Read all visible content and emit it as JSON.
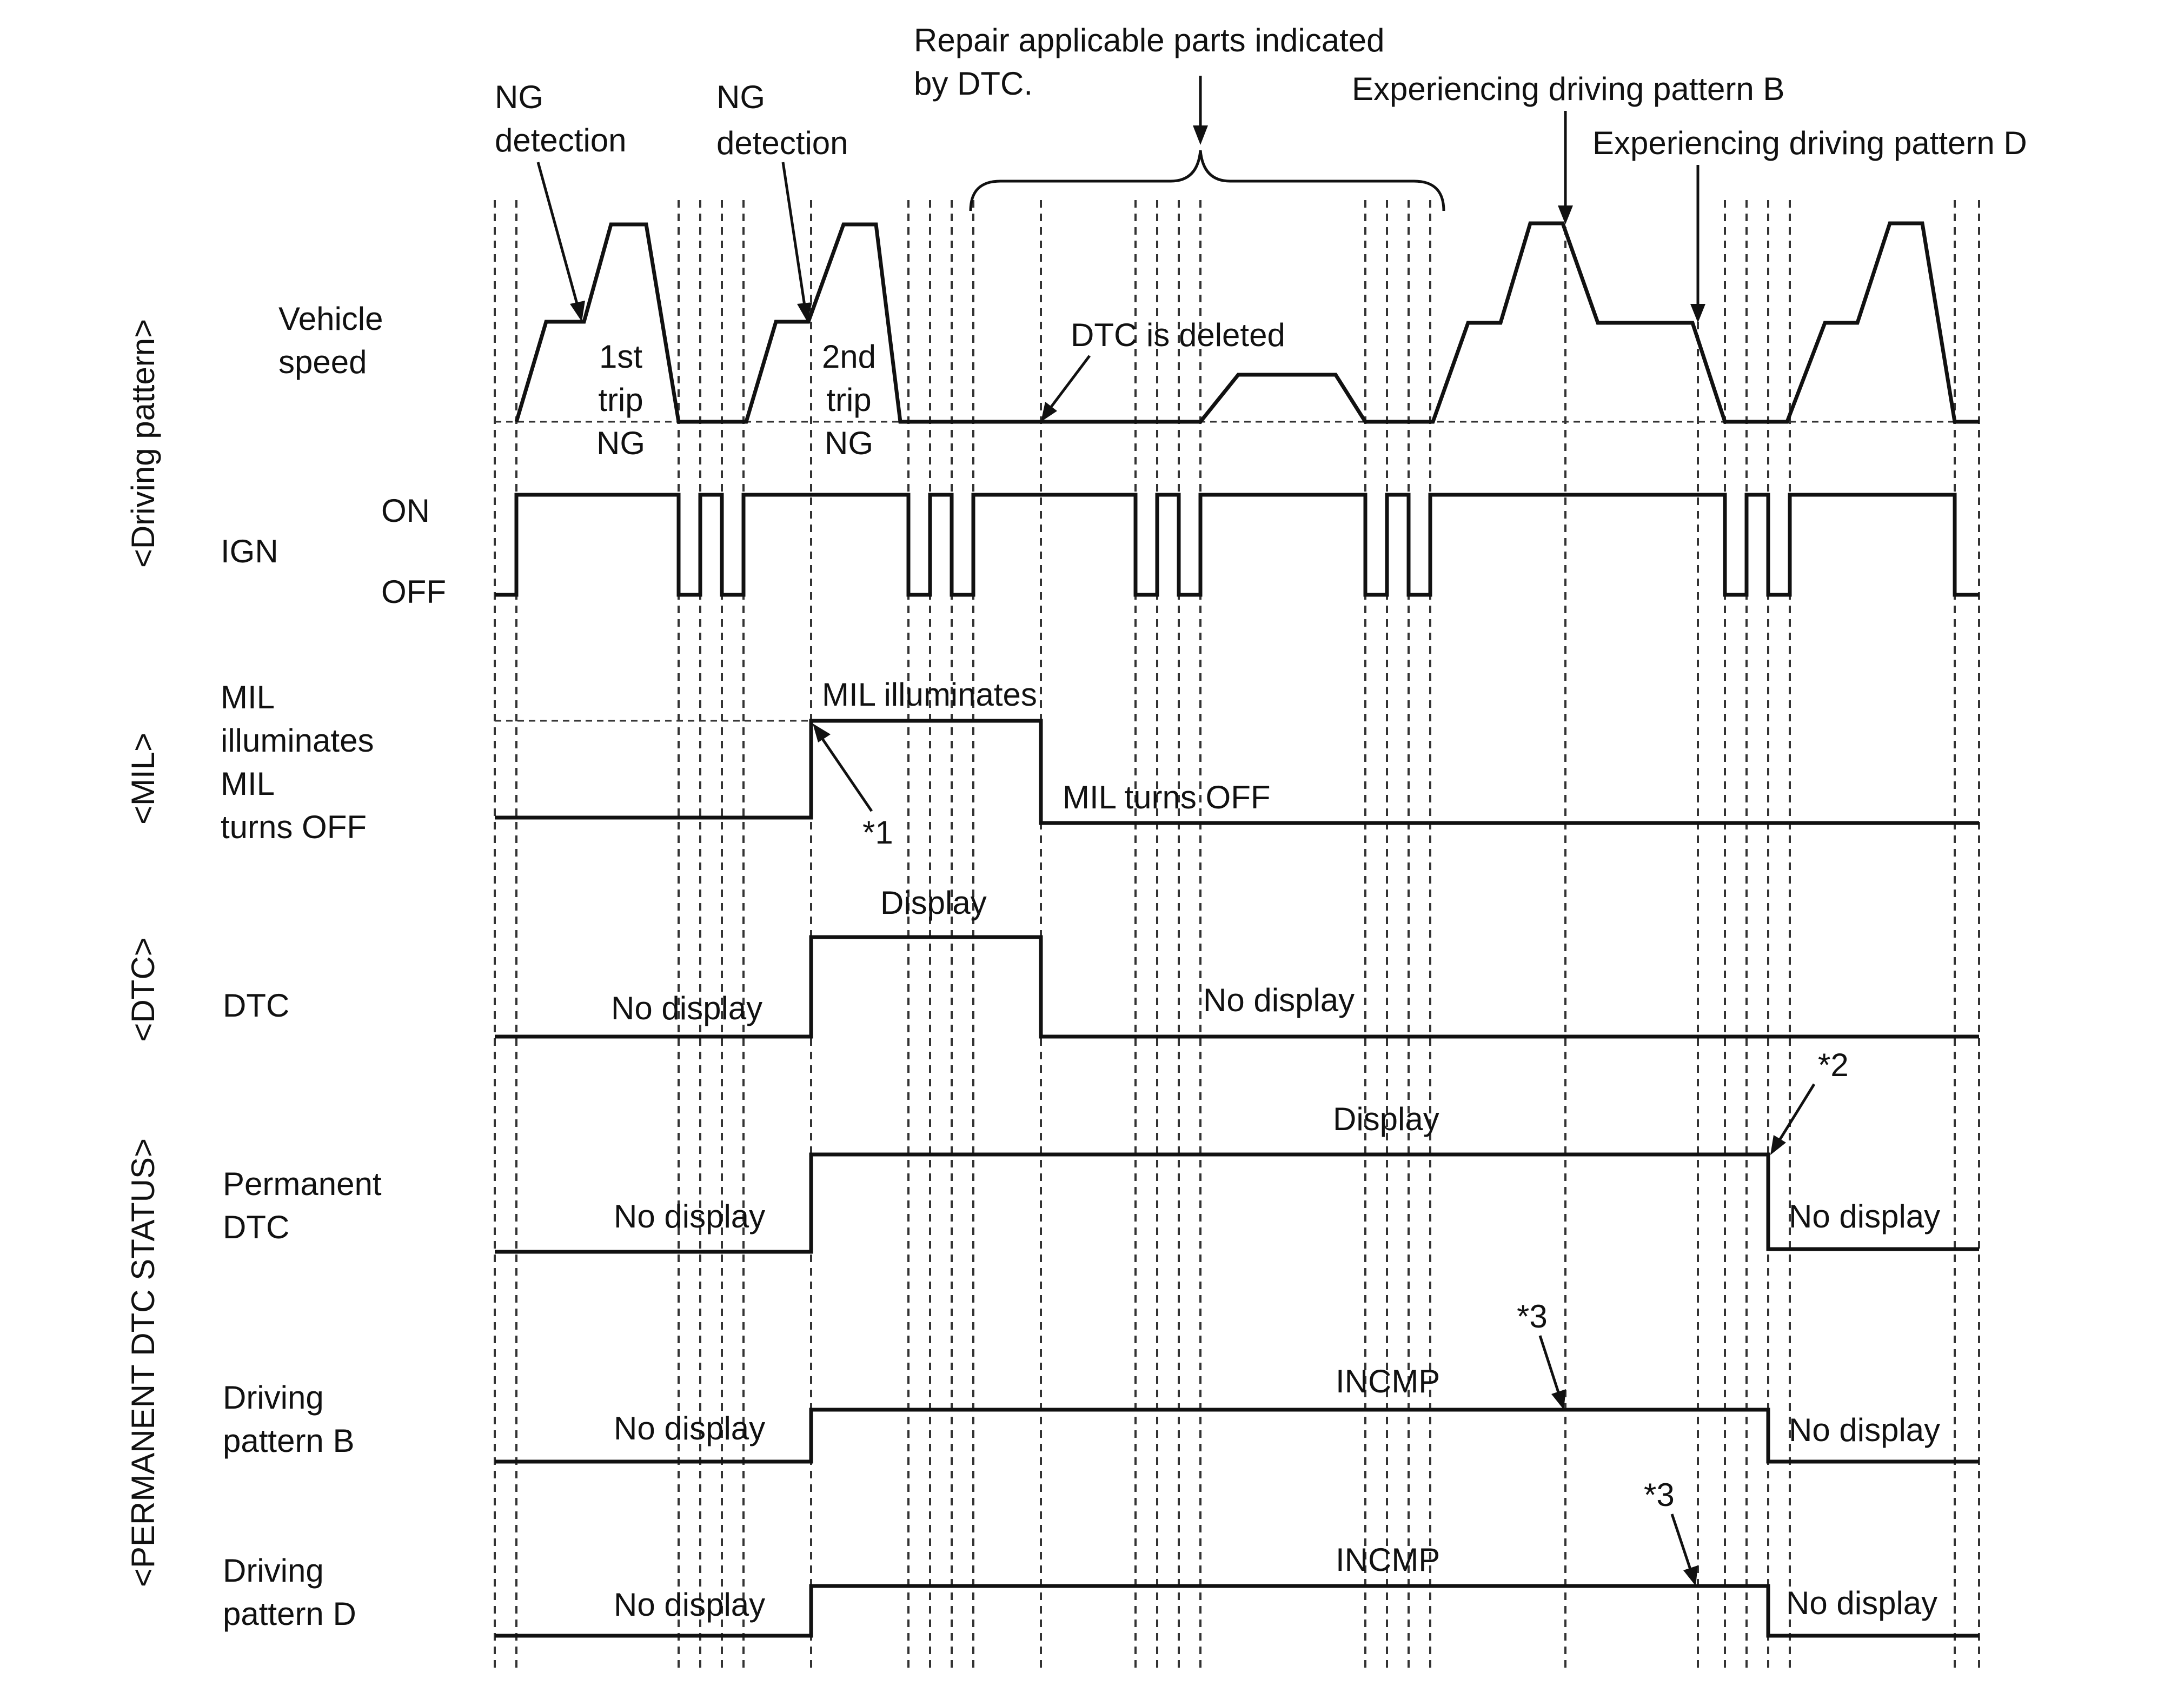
{
  "section_labels": {
    "driving_pattern": "<Driving pattern>",
    "mil": "<MIL>",
    "dtc": "<DTC>",
    "permanent": "<PERMANENT DTC STATUS>"
  },
  "rows": {
    "vehicle_speed": [
      "Vehicle",
      "speed"
    ],
    "ign": "IGN",
    "ign_on": "ON",
    "ign_off": "OFF",
    "mil_on": [
      "MIL",
      "illuminates"
    ],
    "mil_off": [
      "MIL",
      "turns OFF"
    ],
    "dtc": "DTC",
    "permanent_dtc": [
      "Permanent",
      "DTC"
    ],
    "pattern_b": [
      "Driving",
      "pattern B"
    ],
    "pattern_d": [
      "Driving",
      "pattern D"
    ]
  },
  "annotations": {
    "ng1": [
      "NG",
      "detection"
    ],
    "ng2": [
      "NG",
      "detection"
    ],
    "trip1": [
      "1st",
      "trip",
      "NG"
    ],
    "trip2": [
      "2nd",
      "trip",
      "NG"
    ],
    "repair": [
      "Repair applicable parts indicated",
      "by DTC."
    ],
    "exp_b": "Experiencing driving pattern B",
    "exp_d": "Experiencing driving pattern D",
    "dtc_deleted": "DTC is deleted",
    "mil_illuminates": "MIL illuminates",
    "mil_turns_off": "MIL turns OFF",
    "star1": "*1",
    "star2": "*2",
    "star3_b": "*3",
    "star3_d": "*3"
  },
  "states": {
    "dtc_no_display_1": "No display",
    "dtc_display": "Display",
    "dtc_no_display_2": "No display",
    "perm_no_display_1": "No display",
    "perm_display": "Display",
    "perm_no_display_2": "No display",
    "b_no_display_1": "No display",
    "b_incmp": "INCMP",
    "b_no_display_2": "No display",
    "d_no_display_1": "No display",
    "d_incmp": "INCMP",
    "d_no_display_2": "No display"
  }
}
